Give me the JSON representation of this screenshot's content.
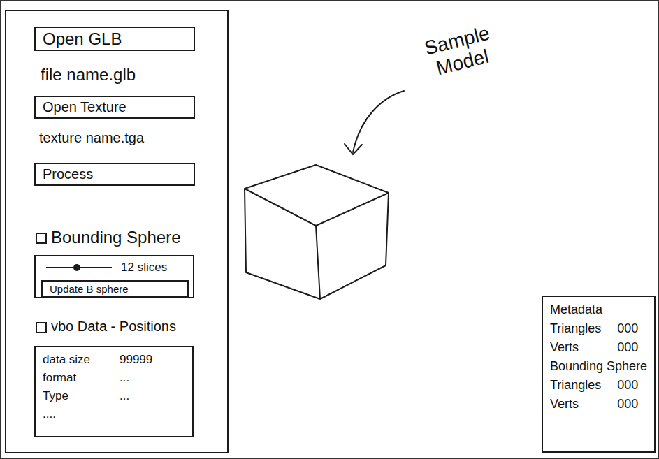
{
  "diagram": {
    "nodes": [
      {
        "text": [
          "Open GLB"
        ]
      },
      {
        "text": [
          "Open Texture"
        ]
      },
      {
        "text": [
          "Process"
        ]
      },
      {
        "text": [
          "12 slices"
        ]
      },
      {
        "text": [
          "Update B sphere"
        ],
        "in": 3
      },
      {
        "text": [
          "data size",
          "99999",
          "format",
          "...",
          "Type",
          "...",
          "...."
        ]
      },
      {
        "text": [
          "Metadata",
          "Triangles",
          "000",
          "Verts",
          "000",
          "Bounding Sphere",
          "Triangles",
          "000",
          "Verts",
          "000"
        ]
      }
    ],
    "labels": [
      "file name.glb",
      "texture name.tga",
      "Bounding Sphere",
      "vbo Data - Positions",
      "Sample Model"
    ]
  }
}
